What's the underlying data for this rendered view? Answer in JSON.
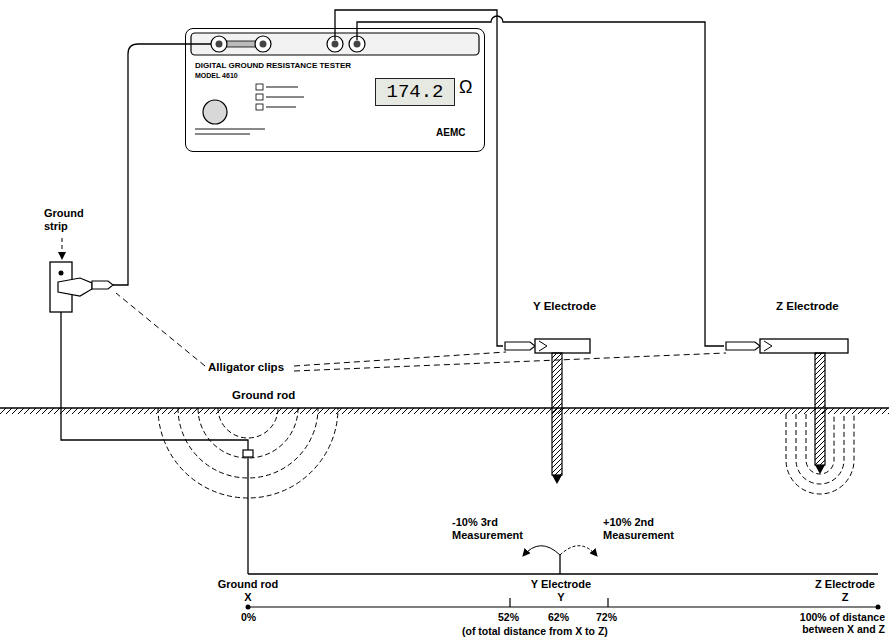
{
  "diagram": {
    "nodes": [
      {
        "text": [
          "DIGITAL GROUND RESISTANCE TESTER",
          "MODEL 4610",
          "Ω",
          "AEMC"
        ]
      },
      {
        "text": [
          "174.2"
        ],
        "in": 0
      },
      {
        "text": [
          "Y Electrode"
        ]
      },
      {
        "text": [
          "Z Electrode"
        ]
      }
    ],
    "edges": [
      {
        "from": 0,
        "to": 2,
        "arrow": "none"
      },
      {
        "from": 0,
        "to": 3,
        "arrow": "none"
      }
    ],
    "labels": [
      "Ground strip",
      "Alligator clips",
      "Ground rod",
      "-10% 3rd Measurement",
      "+10% 2nd Measurement",
      "Ground rod X",
      "Y Electrode Y",
      "Z Electrode Z",
      "0%",
      "52%",
      "62%",
      "72%",
      "100% of distance between X and Z",
      "(of total distance from X to Z)"
    ]
  }
}
